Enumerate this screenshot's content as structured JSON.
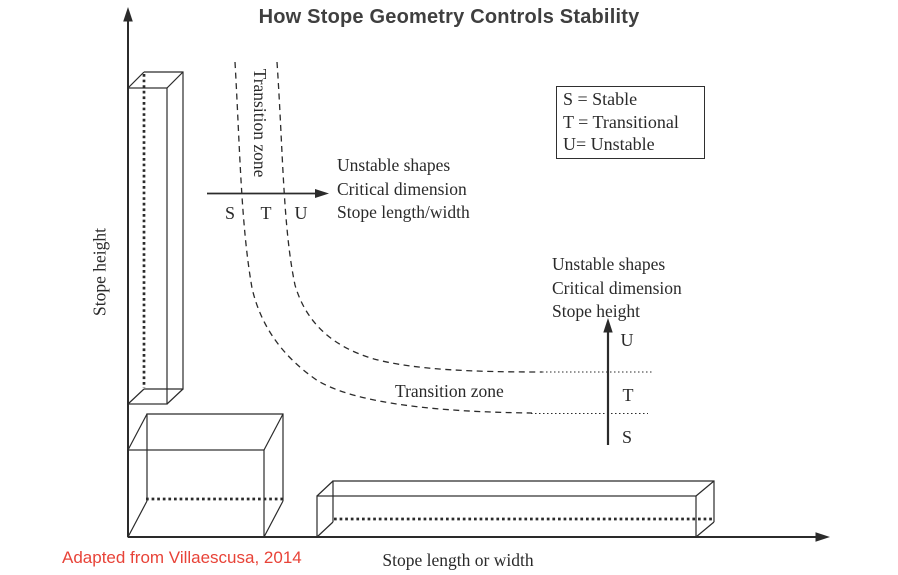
{
  "title": "How Stope Geometry Controls Stability",
  "colors": {
    "ink": "#2b2b2b",
    "title_ink": "#3f3f3f",
    "caption_red": "#e84338",
    "background": "#ffffff"
  },
  "axes": {
    "y_label": "Stope height",
    "x_label": "Stope length or width"
  },
  "legend": {
    "lines": [
      "S = Stable",
      "T = Transitional",
      "U= Unstable"
    ]
  },
  "transition": {
    "upper_label": "Transition zone",
    "lower_label": "Transition zone"
  },
  "length_annotation": {
    "lines": [
      "Unstable shapes",
      "Critical dimension",
      "Stope length/width"
    ],
    "ticks": [
      "S",
      "T",
      "U"
    ]
  },
  "height_annotation": {
    "lines": [
      "Unstable shapes",
      "Critical dimension",
      "Stope height"
    ],
    "ticks": [
      "U",
      "T",
      "S"
    ]
  },
  "caption": "Adapted from Villaescusa, 2014"
}
